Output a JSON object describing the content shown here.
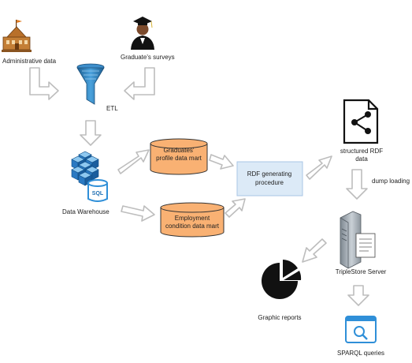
{
  "nodes": {
    "admin_data": "Administrative data",
    "surveys": "Graduate's surveys",
    "etl": "ETL",
    "warehouse": "Data Warehouse",
    "sql_badge": "SQL",
    "mart_profile": [
      "Graduates'",
      "profile data mart"
    ],
    "mart_employment": [
      "Employment",
      "condition data mart"
    ],
    "rdf_procedure": [
      "RDF generating",
      "procedure"
    ],
    "rdf_data": [
      "structured RDF",
      "data"
    ],
    "dump_loading": "dump loading",
    "triplestore": "TripleStore Server",
    "reports": "Graphic reports",
    "sparql": "SPARQL queries"
  },
  "icons": {
    "admin_data": "school-building-icon",
    "surveys": "graduate-person-icon",
    "etl": "funnel-icon",
    "warehouse": "cube-cluster-icon",
    "sql": "database-sql-icon",
    "rdf_data": "share-document-icon",
    "triplestore": "server-icon",
    "reports": "pie-chart-icon",
    "sparql": "search-window-icon"
  },
  "colors": {
    "arrow_stroke": "#bdbdbd",
    "data_mart_fill": "#f9b173",
    "data_mart_stroke": "#333333",
    "procedure_fill": "#dceaf7",
    "procedure_stroke": "#a8c6e4",
    "sql_blue": "#2f8fd8",
    "building_brown": "#b8702a"
  }
}
